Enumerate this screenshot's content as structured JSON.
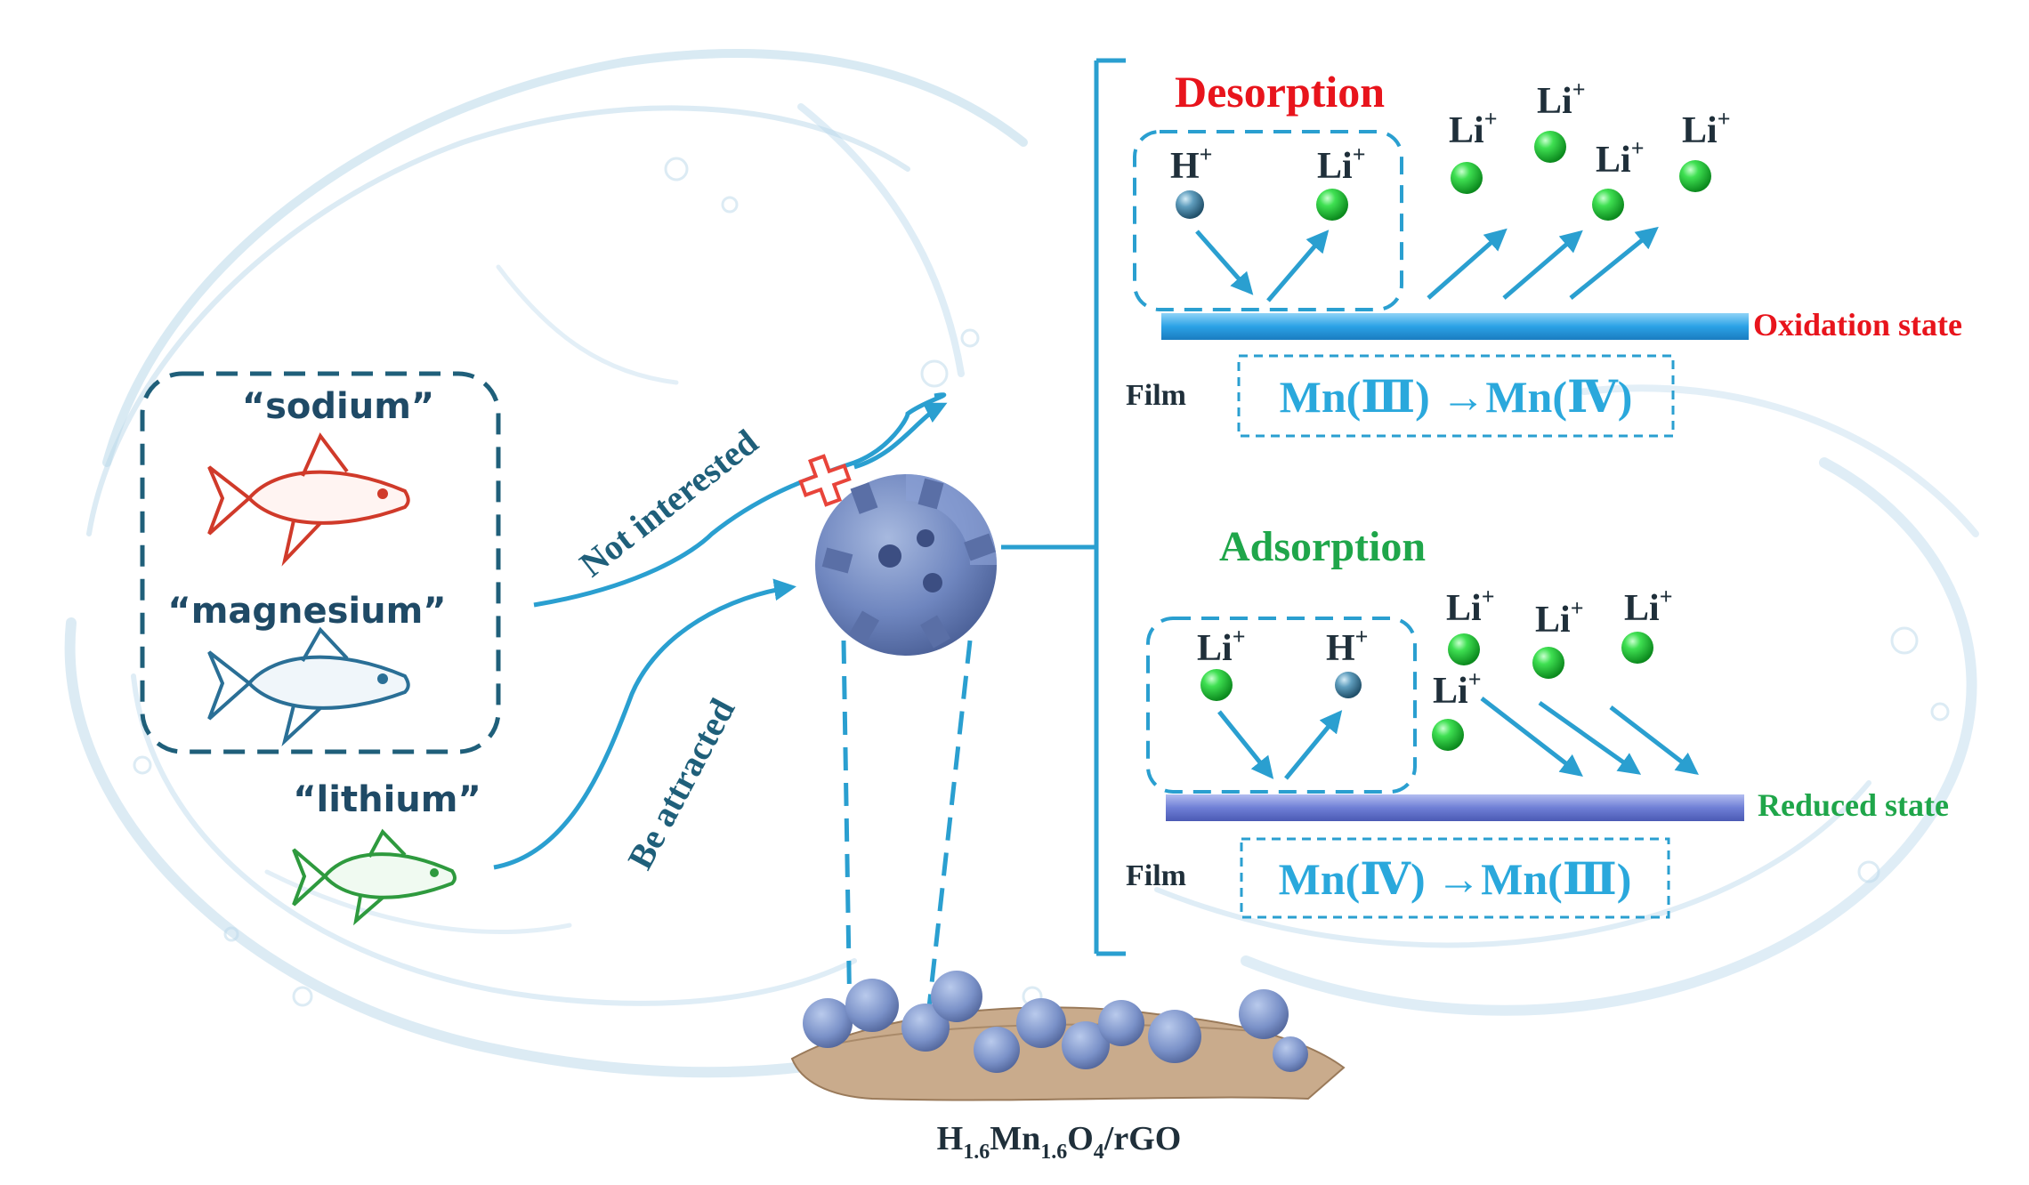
{
  "fish_box": {
    "sodium": "“sodium”",
    "magnesium": "“magnesium”",
    "lithium": "“lithium”"
  },
  "paths": {
    "not_interested": "Not interested",
    "be_attracted": "Be attracted"
  },
  "material": {
    "base": "H",
    "sub1": "1.6",
    "mid": "Mn",
    "sub2": "1.6",
    "tail": "O",
    "sub3": "4",
    "suffix": "/rGO"
  },
  "desorption": {
    "title": "Desorption",
    "state": "Oxidation state",
    "film": "Film",
    "reaction": "Mn(Ⅲ) →Mn(Ⅳ)",
    "h_label": "H",
    "li_label": "Li",
    "plus": "+"
  },
  "adsorption": {
    "title": "Adsorption",
    "state": "Reduced state",
    "film": "Film",
    "reaction": "Mn(Ⅳ) →Mn(Ⅲ)",
    "h_label": "H",
    "li_label": "Li",
    "plus": "+"
  },
  "colors": {
    "arrow": "#2a9fd0",
    "dash_dark": "#1f5f7a",
    "sodium_fish": "#d03a2a",
    "magnesium_fish": "#2a6f96",
    "lithium_fish": "#2e9a3e",
    "desorption": "#e8141c",
    "adsorption": "#1fa64a",
    "reaction_text": "#2aa8dc",
    "li_ball": "#22c63a",
    "h_ball": "#4f8fae",
    "oxidation_bar": "#35a8e8",
    "reduced_bar": "#6f7fd6"
  }
}
